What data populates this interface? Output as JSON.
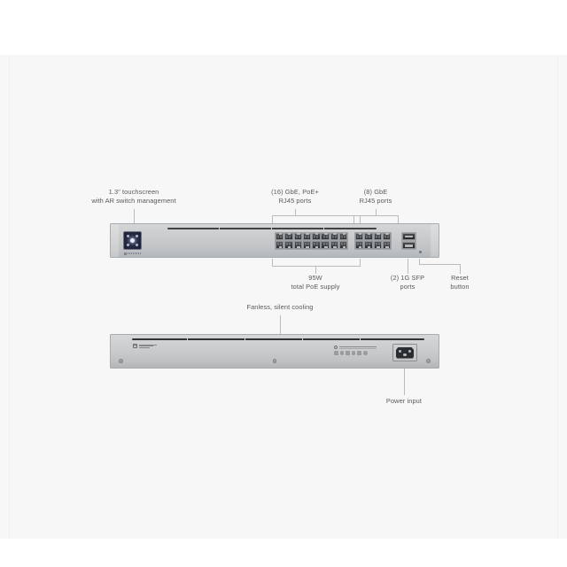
{
  "page": {
    "background_color": "#ffffff",
    "band_color": "#f7f7f7",
    "line_color": "#b9bcbe",
    "text_color": "#57595c"
  },
  "callouts": {
    "touchscreen": "1.3\" touchscreen\nwith AR switch management",
    "poe_ports": "(16) GbE, PoE+\nRJ45 ports",
    "gbe_ports": "(8) GbE\nRJ45 ports",
    "poe_supply": "95W\ntotal PoE supply",
    "sfp_ports": "(2) 1G SFP\nports",
    "reset_button": "Reset\nbutton",
    "cooling": "Fanless, silent cooling",
    "power_input": "Power input"
  },
  "front_panel": {
    "name": "front-view",
    "touchscreen_label": "1.3-inch touchscreen display",
    "poe_port_count": 16,
    "gbe_port_count": 8,
    "sfp_port_count": 2,
    "port_rows": 2,
    "reset_button_label": "reset pinhole"
  },
  "rear_panel": {
    "name": "rear-view",
    "power_inlet_label": "IEC C14 power inlet",
    "vent_label": "passive cooling vent",
    "screw_count": 3
  }
}
